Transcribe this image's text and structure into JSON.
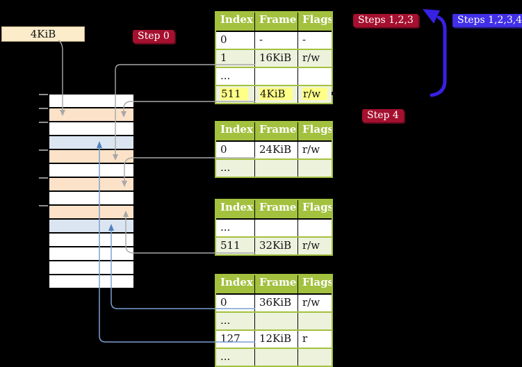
{
  "colors": {
    "background": "#000000",
    "table_header_green": "#a3c13f",
    "table_row_shade": "#edf2dd",
    "highlight_yellow": "#ffff87",
    "crimson_badge": "#a5102f",
    "crimson_badge_shadow": "#630a1e",
    "blue_badge": "#4130e8",
    "blue_arrow": "#3721e3",
    "peach_cell": "#fbe2c8",
    "blue_cell": "#dbe5f1",
    "beige_label": "#fcecca",
    "gray_connector": "#a8a8a8",
    "blue_connector": "#7aa1d2",
    "blue_connector_head": "#4f81bd"
  },
  "labels": {
    "page_size": "4KiB",
    "step0": "Step 0",
    "steps123": "Steps 1,2,3",
    "steps1234": "Steps 1,2,3,4",
    "step4": "Step 4"
  },
  "table_headers": [
    "Index",
    "Frame",
    "Flags"
  ],
  "tables": [
    {
      "rows": [
        {
          "index": "0",
          "frame": "-",
          "flags": "-",
          "shade": false,
          "highlight": false
        },
        {
          "index": "1",
          "frame": "16KiB",
          "flags": "r/w",
          "shade": true,
          "highlight": false
        },
        {
          "index": "...",
          "frame": "",
          "flags": "",
          "shade": false,
          "highlight": false
        },
        {
          "index": "511",
          "frame": "4KiB",
          "flags": "r/w",
          "shade": true,
          "highlight": true
        }
      ]
    },
    {
      "rows": [
        {
          "index": "0",
          "frame": "24KiB",
          "flags": "r/w",
          "shade": false,
          "highlight": false
        },
        {
          "index": "...",
          "frame": "",
          "flags": "",
          "shade": true,
          "highlight": false
        }
      ]
    },
    {
      "rows": [
        {
          "index": "...",
          "frame": "",
          "flags": "",
          "shade": false,
          "highlight": false
        },
        {
          "index": "511",
          "frame": "32KiB",
          "flags": "r/w",
          "shade": true,
          "highlight": false
        }
      ]
    },
    {
      "rows": [
        {
          "index": "0",
          "frame": "36KiB",
          "flags": "r/w",
          "shade": false,
          "highlight": false
        },
        {
          "index": "...",
          "frame": "",
          "flags": "",
          "shade": true,
          "highlight": false
        },
        {
          "index": "127",
          "frame": "12KiB",
          "flags": "r",
          "shade": false,
          "highlight": false
        },
        {
          "index": "...",
          "frame": "",
          "flags": "",
          "shade": true,
          "highlight": false
        }
      ]
    }
  ],
  "memory": {
    "rows": [
      "white",
      "peach",
      "white",
      "blue",
      "peach",
      "white",
      "peach",
      "white",
      "peach",
      "blue",
      "white",
      "white",
      "white",
      "white"
    ],
    "tick_ys": [
      135,
      155,
      175,
      215,
      255,
      295
    ]
  }
}
